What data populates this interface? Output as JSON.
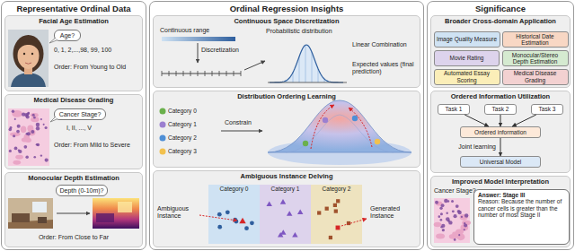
{
  "diagram": {
    "nodes": [
      {
        "text": [
          "Representative Ordinal Data"
        ]
      },
      {
        "text": [
          "Facial Age Estimation"
        ],
        "in": 0
      },
      {
        "text": [
          "Age?"
        ],
        "in": 1
      },
      {
        "text": [
          "Medical Disease Grading"
        ],
        "in": 0
      },
      {
        "text": [
          "Cancer Stage?"
        ],
        "in": 3
      },
      {
        "text": [
          "Monocular Depth Estimation"
        ],
        "in": 0
      },
      {
        "text": [
          "Depth (0-10m)?"
        ],
        "in": 5
      },
      {
        "text": [
          "Ordinal Regression Insights"
        ]
      },
      {
        "text": [
          "Continuous Space Discretization"
        ],
        "in": 7
      },
      {
        "text": [
          "Distribution Ordering Learning"
        ],
        "in": 7
      },
      {
        "text": [
          "Ambiguous Instance Delving"
        ],
        "in": 7
      },
      {
        "text": [
          "Significance"
        ]
      },
      {
        "text": [
          "Broader Cross-domain Application"
        ],
        "in": 11
      },
      {
        "text": [
          "Image Quality Measure"
        ],
        "in": 12
      },
      {
        "text": [
          "Historical Date Estimation"
        ],
        "in": 12
      },
      {
        "text": [
          "Movie Rating"
        ],
        "in": 12
      },
      {
        "text": [
          "Monocular/Stereo Depth Estimation"
        ],
        "in": 12
      },
      {
        "text": [
          "Automated Essay Scoring"
        ],
        "in": 12
      },
      {
        "text": [
          "Medical Disease Grading"
        ],
        "in": 12
      },
      {
        "text": [
          "Ordered Information Utilization"
        ],
        "in": 11
      },
      {
        "text": [
          "Task 1"
        ],
        "in": 19
      },
      {
        "text": [
          "Task 2"
        ],
        "in": 19
      },
      {
        "text": [
          "Task 3"
        ],
        "in": 19
      },
      {
        "text": [
          "Ordered information"
        ],
        "in": 19
      },
      {
        "text": [
          "Universal Model"
        ],
        "in": 19
      },
      {
        "text": [
          "Improved Model Interpretation"
        ],
        "in": 11
      },
      {
        "text": [
          "Answer: Stage III",
          "Reason: Because the number of cancer cells is greater than the number of most Stage II"
        ],
        "in": 25
      }
    ],
    "edges": [
      {
        "from": 20,
        "to": 23,
        "arrow": "to"
      },
      {
        "from": 21,
        "to": 23,
        "arrow": "to"
      },
      {
        "from": 22,
        "to": 23,
        "arrow": "to"
      },
      {
        "from": 23,
        "to": 24,
        "label": "Joint learning",
        "arrow": "to"
      }
    ],
    "labels": [
      "0, 1, 2,...,98, 99, 100",
      "Order: From Young to Old",
      "I, II, ..., V",
      "Order: From Mild to Severe",
      "Order: From Close to Far",
      "Continuous range",
      "Discretization",
      "Probabilistic distribution",
      "Linear Combination",
      "Expected values (final prediction)",
      "Category 0",
      "Category 1",
      "Category 2",
      "Category 3",
      "Constrain",
      "Category 0",
      "Category 1",
      "Category 2",
      "Ambiguous Instance",
      "Generated Instance",
      "Cancer Stage?"
    ]
  }
}
